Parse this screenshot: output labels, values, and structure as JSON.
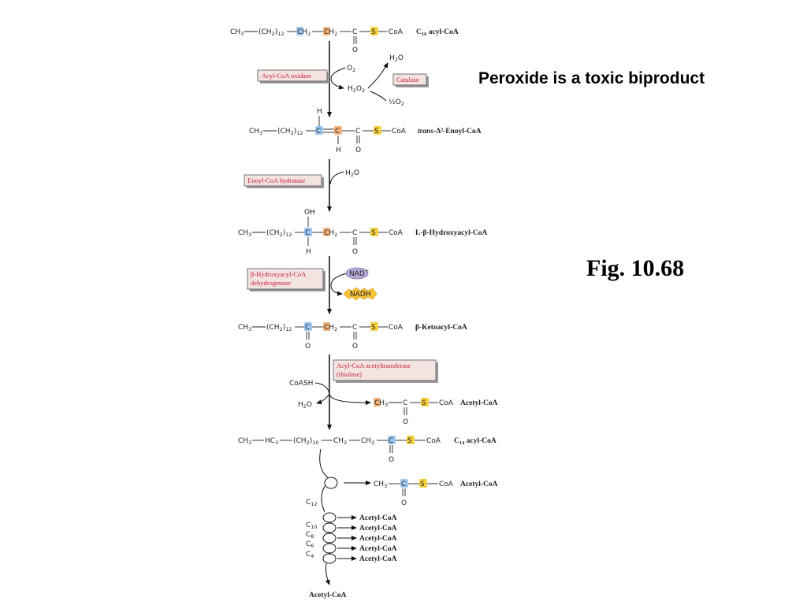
{
  "callouts": {
    "peroxide": "Peroxide is a toxic biproduct",
    "figure": "Fig. 10.68"
  },
  "molecules": {
    "c16": {
      "name_prefix": "C",
      "name_sub": "16",
      "name_suffix": " acyl-CoA"
    },
    "enoyl": {
      "name_prefix": "trans",
      "name_rest": "-Δ²-Enoyl-CoA"
    },
    "hydroxy": {
      "name": "L-β-Hydroxyacyl-CoA"
    },
    "keto": {
      "name": "β-Ketoacyl-CoA"
    },
    "acetyl": {
      "name": "Acetyl-CoA"
    },
    "c14": {
      "name_prefix": "C",
      "name_sub": "14",
      "name_suffix": " acyl-CoA"
    }
  },
  "atoms": {
    "ch3": "CH",
    "ch3_sub": "3",
    "ch2": "(CH",
    "ch2_sub": "2",
    "ch2_close": ")",
    "chain12": "12",
    "chain10": "10",
    "ch2_group": "CH",
    "h2": "2",
    "c": "C",
    "s": "S",
    "coa": "CoA",
    "o": "O",
    "h": "H",
    "oh": "OH",
    "hc3": "HC",
    "hc3_sub": "3"
  },
  "enzymes": {
    "oxidase": "Acyl-CoA oxidase",
    "catalase": "Catalase",
    "hydratase": "Enoyl-CoA hydratase",
    "dehydrogenase_l1": "β-Hydroxyacyl-CoA",
    "dehydrogenase_l2": "dehydrogenase",
    "thiolase_l1": "Acyl-CoA acetyltransferase",
    "thiolase_l2": "(thiolase)"
  },
  "reagents": {
    "o2": "O",
    "o2_sub": "2",
    "h2o2": "H",
    "h2o2_mid": "O",
    "sub2": "2",
    "half": "½O",
    "h2o": "H",
    "h2o_o": "O",
    "nad": "NAD",
    "nad_sup": "+",
    "nadh": "NADH",
    "coash_pre": "CoA",
    "coash_s": "S",
    "coash_h": "H"
  },
  "cycles": {
    "c12": "C",
    "c12_sub": "12",
    "c10": "C",
    "c10_sub": "10",
    "c8": "C",
    "c8_sub": "8",
    "c6": "C",
    "c6_sub": "6",
    "c4": "C",
    "c4_sub": "4"
  },
  "colors": {
    "beta_carbon": "#9ec7ef",
    "alpha_carbon": "#f5b27a",
    "sulfur": "#f6d13f",
    "enzyme_text": "#c8213a"
  }
}
